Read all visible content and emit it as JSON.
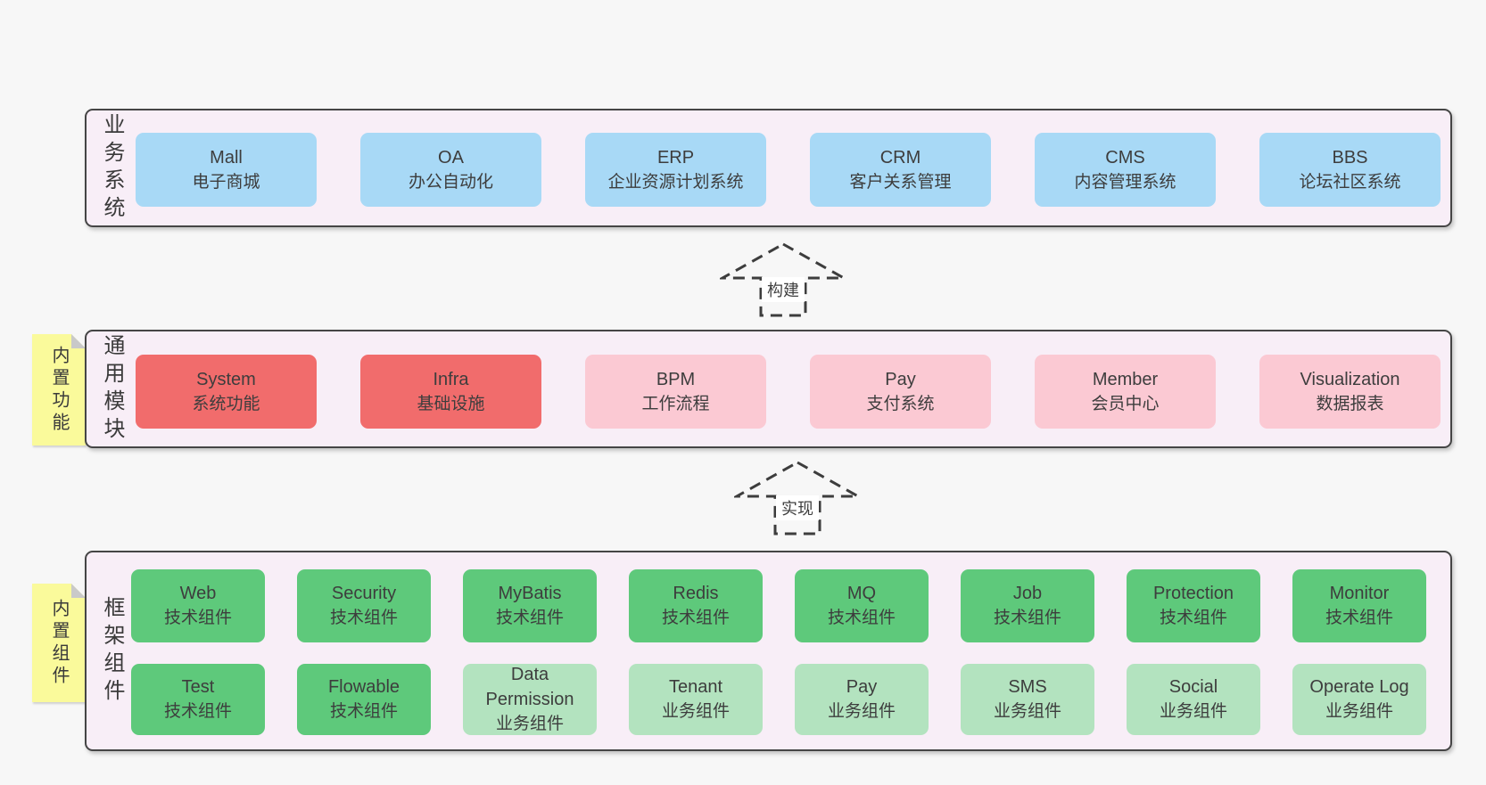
{
  "layers": [
    {
      "name": "business-systems",
      "label": "业务系统",
      "boxes": [
        {
          "en": "Mall",
          "zh": "电子商城",
          "variant": "blue"
        },
        {
          "en": "OA",
          "zh": "办公自动化",
          "variant": "blue"
        },
        {
          "en": "ERP",
          "zh": "企业资源计划系统",
          "variant": "blue"
        },
        {
          "en": "CRM",
          "zh": "客户关系管理",
          "variant": "blue"
        },
        {
          "en": "CMS",
          "zh": "内容管理系统",
          "variant": "blue"
        },
        {
          "en": "BBS",
          "zh": "论坛社区系统",
          "variant": "blue"
        }
      ]
    },
    {
      "name": "common-modules",
      "label": "通用模块",
      "note": "内置功能",
      "boxes": [
        {
          "en": "System",
          "zh": "系统功能",
          "variant": "red"
        },
        {
          "en": "Infra",
          "zh": "基础设施",
          "variant": "red"
        },
        {
          "en": "BPM",
          "zh": "工作流程",
          "variant": "pink"
        },
        {
          "en": "Pay",
          "zh": "支付系统",
          "variant": "pink"
        },
        {
          "en": "Member",
          "zh": "会员中心",
          "variant": "pink"
        },
        {
          "en": "Visualization",
          "zh": "数据报表",
          "variant": "pink"
        }
      ]
    },
    {
      "name": "framework-components",
      "label": "框架组件",
      "note": "内置组件",
      "rows": [
        [
          {
            "en": "Web",
            "zh": "技术组件",
            "variant": "green"
          },
          {
            "en": "Security",
            "zh": "技术组件",
            "variant": "green"
          },
          {
            "en": "MyBatis",
            "zh": "技术组件",
            "variant": "green"
          },
          {
            "en": "Redis",
            "zh": "技术组件",
            "variant": "green"
          },
          {
            "en": "MQ",
            "zh": "技术组件",
            "variant": "green"
          },
          {
            "en": "Job",
            "zh": "技术组件",
            "variant": "green"
          },
          {
            "en": "Protection",
            "zh": "技术组件",
            "variant": "green"
          },
          {
            "en": "Monitor",
            "zh": "技术组件",
            "variant": "green"
          }
        ],
        [
          {
            "en": "Test",
            "zh": "技术组件",
            "variant": "green"
          },
          {
            "en": "Flowable",
            "zh": "技术组件",
            "variant": "green"
          },
          {
            "en": "Data Permission",
            "zh": "业务组件",
            "variant": "lightgreen"
          },
          {
            "en": "Tenant",
            "zh": "业务组件",
            "variant": "lightgreen"
          },
          {
            "en": "Pay",
            "zh": "业务组件",
            "variant": "lightgreen"
          },
          {
            "en": "SMS",
            "zh": "业务组件",
            "variant": "lightgreen"
          },
          {
            "en": "Social",
            "zh": "业务组件",
            "variant": "lightgreen"
          },
          {
            "en": "Operate Log",
            "zh": "业务组件",
            "variant": "lightgreen"
          }
        ]
      ]
    }
  ],
  "arrows": [
    {
      "label": "构建"
    },
    {
      "label": "实现"
    }
  ],
  "colors": {
    "page_bg": "#f7f7f7",
    "panel_bg": "#f8eef7",
    "panel_border": "#454545",
    "blue": "#a8d9f6",
    "red": "#f16c6c",
    "pink": "#fbc9d3",
    "green": "#5ec97b",
    "light_green": "#b3e3bf",
    "note_yellow": "#fafa9b",
    "note_fold": "#c9c9c9",
    "text": "#3d3d3d"
  }
}
